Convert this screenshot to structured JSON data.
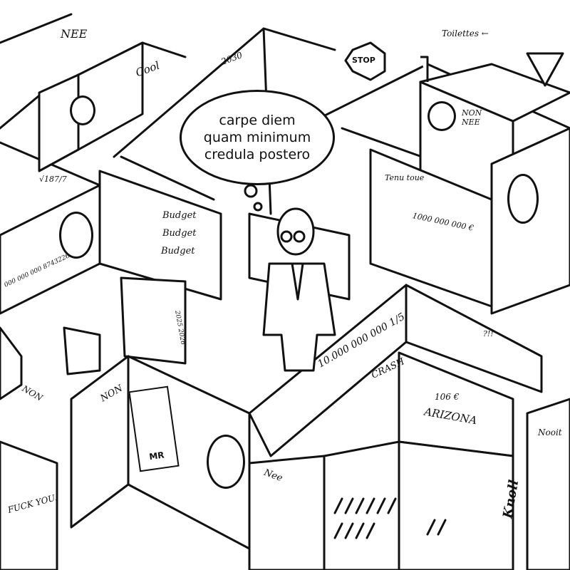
{
  "speech_bubble": {
    "line1": "carpe diem",
    "line2": "quam minimum",
    "line3": "credula postero"
  },
  "graffiti": {
    "nee_top": "NEE",
    "cool": "Cool",
    "year_2030": "2030",
    "stop": "STOP",
    "toilettes": "Toilettes ←",
    "non_nee": "NON\nNEE",
    "tenir_tout": "Tenu toue",
    "billion_euro": "1000 000 000 €",
    "budget1": "Budget",
    "budget2": "Budget",
    "budget3": "Budget",
    "big_number": "10.000 000 000 1/5",
    "crash": "CRASH",
    "arizona_price": "106 €",
    "arizona": "ARIZONA",
    "non_left": "NON",
    "non_mid": "NON",
    "poster_label": "MR",
    "nee_bottom": "Nee",
    "fuck_you": "FUCK YOU.",
    "nooit": "Nooit",
    "years": "2025 2026",
    "question": "?!!",
    "sqrt": "√187/7",
    "numbers_left": "000 000 000 8743226",
    "signature": "Knoll"
  }
}
